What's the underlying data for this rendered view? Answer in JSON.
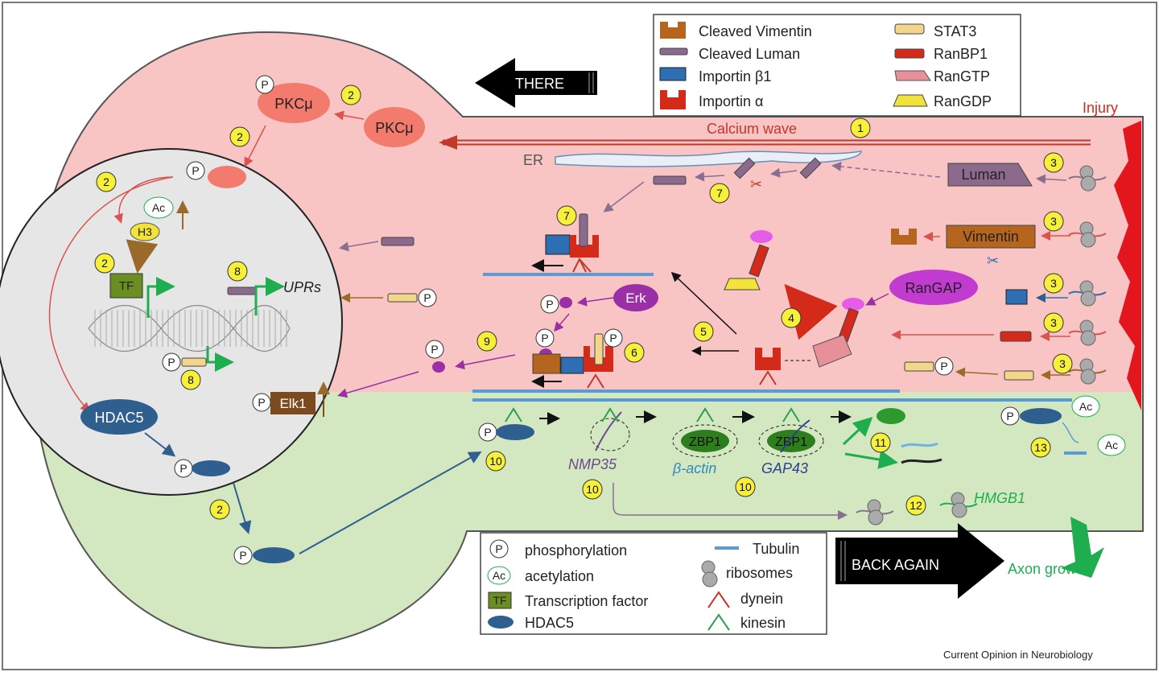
{
  "legend_top": {
    "items": [
      {
        "label": "Cleaved Vimentin",
        "swatch": "cleaved-vimentin"
      },
      {
        "label": "Cleaved Luman",
        "swatch": "cleaved-luman"
      },
      {
        "label": "Importin β1",
        "swatch": "importin-beta1"
      },
      {
        "label": "Importin α",
        "swatch": "importin-alpha"
      },
      {
        "label": "STAT3",
        "swatch": "stat3"
      },
      {
        "label": "RanBP1",
        "swatch": "ranbp1"
      },
      {
        "label": "RanGTP",
        "swatch": "rangtp"
      },
      {
        "label": "RanGDP",
        "swatch": "rangdp"
      }
    ]
  },
  "legend_bottom": {
    "items": [
      {
        "label": "phosphorylation",
        "symbol": "P"
      },
      {
        "label": "acetylation",
        "symbol": "Ac"
      },
      {
        "label": "Transcription factor",
        "symbol": "TF"
      },
      {
        "label": "HDAC5",
        "symbol": ""
      },
      {
        "label": "Tubulin",
        "symbol": ""
      },
      {
        "label": "ribosomes",
        "symbol": ""
      },
      {
        "label": "dynein",
        "symbol": ""
      },
      {
        "label": "kinesin",
        "symbol": ""
      }
    ]
  },
  "labels": {
    "there": "THERE",
    "back_again": "BACK AGAIN",
    "injury": "Injury",
    "calcium_wave": "Calcium wave",
    "er": "ER",
    "luman": "Luman",
    "vimentin": "Vimentin",
    "rangap": "RanGAP",
    "erk": "Erk",
    "pkc": "PKCμ",
    "h3": "H3",
    "ac": "Ac",
    "tf": "TF",
    "p": "P",
    "uprs": "UPRs",
    "elk1": "Elk1",
    "hdac5": "HDAC5",
    "nmp35": "NMP35",
    "zbp1": "ZBP1",
    "beta_actin": "β-actin",
    "gap43": "GAP43",
    "hmgb1": "HMGB1",
    "axon_growth": "Axon growth",
    "credit": "Current Opinion in Neurobiology"
  },
  "step_numbers": [
    "1",
    "2",
    "3",
    "4",
    "5",
    "6",
    "7",
    "8",
    "9",
    "10",
    "11",
    "12",
    "13"
  ],
  "colors": {
    "cytoplasm": "#f8c4c4",
    "axon_lower": "#d3e8c0",
    "nucleus": "#e6e6e6",
    "importin_beta": "#2e6fb3",
    "importin_alpha": "#d42a1a",
    "stat3": "#f3d68a",
    "hdac5": "#2f5f8f",
    "tubulin": "#5b9bd5",
    "kinesin": "#2aa050",
    "dynein": "#c0392b",
    "step_badge": "#f7f03a",
    "axon_growth": "#1fae4f"
  }
}
